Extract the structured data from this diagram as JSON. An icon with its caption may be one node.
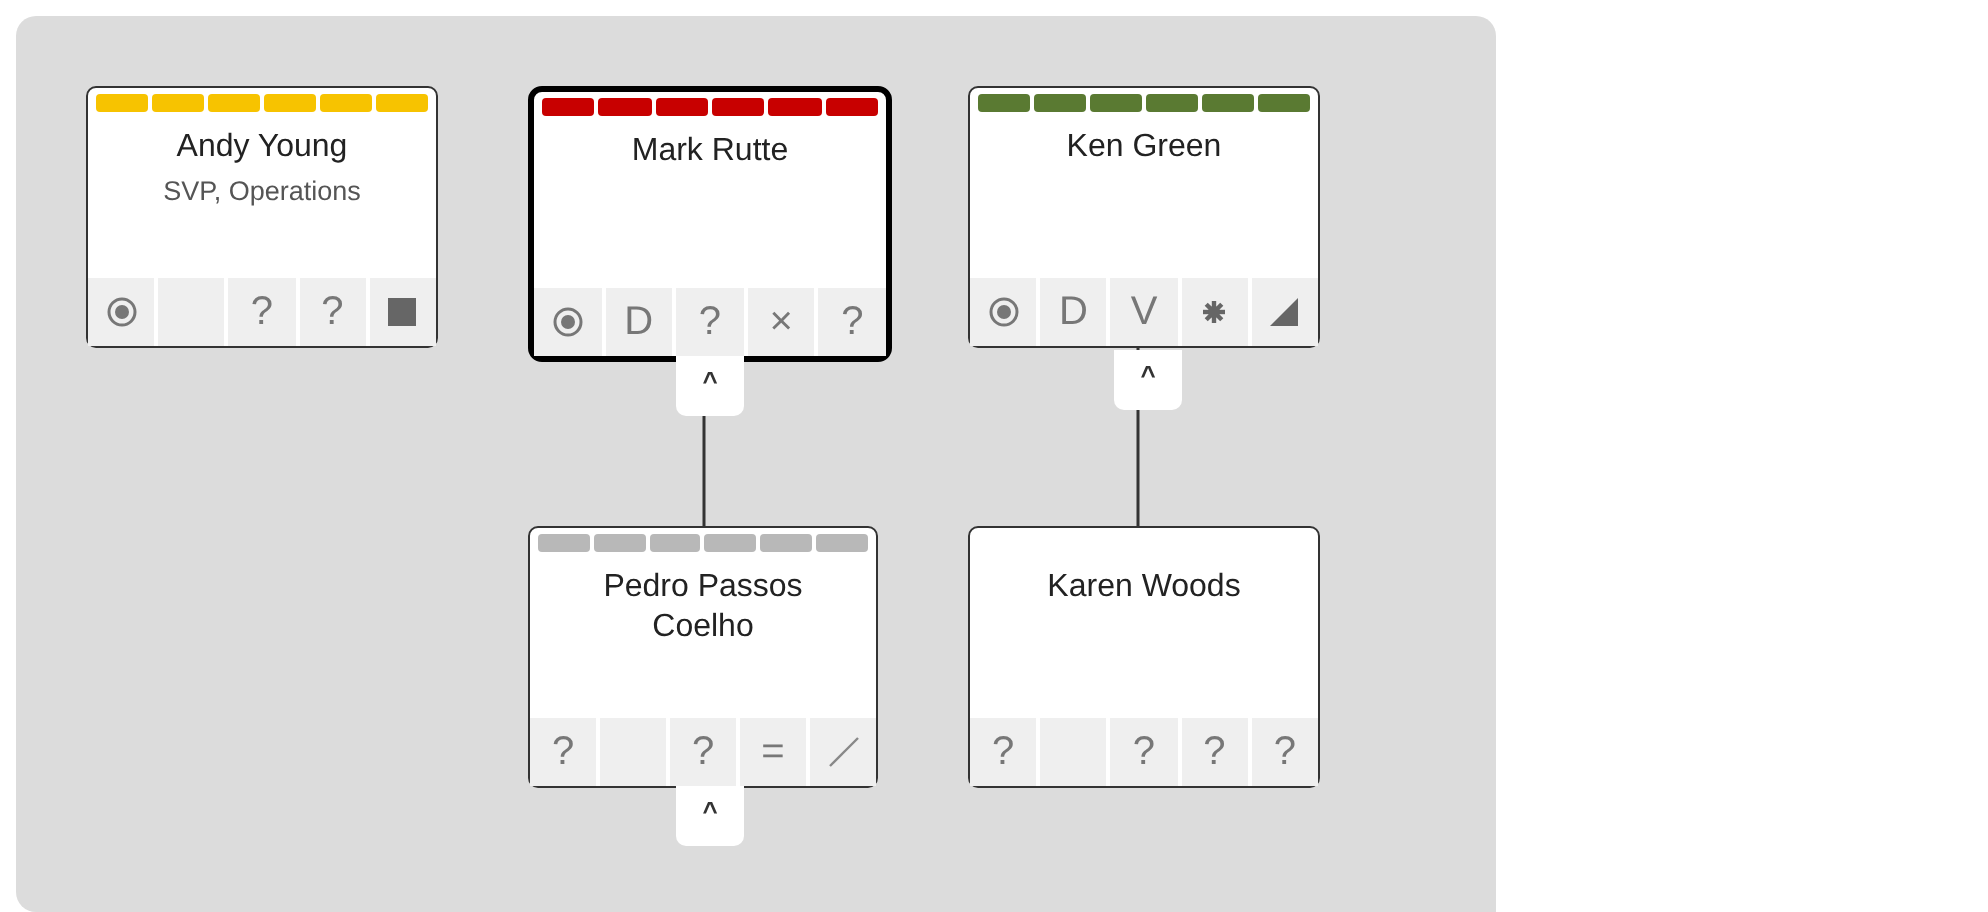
{
  "diagram": {
    "nodes": [
      {
        "text": [
          "Andy Young",
          "SVP, Operations"
        ]
      },
      {
        "text": [
          "Mark Rutte"
        ]
      },
      {
        "text": [
          "Ken Green"
        ]
      },
      {
        "text": [
          "Pedro Passos Coelho"
        ]
      },
      {
        "text": [
          "Karen Woods"
        ]
      },
      {
        "text": [],
        "shape": "picture",
        "in": 0
      },
      {
        "text": [],
        "shape": "box",
        "in": 0
      },
      {
        "text": [
          "?"
        ],
        "in": 0
      },
      {
        "text": [
          "?"
        ],
        "in": 0
      },
      {
        "text": [],
        "shape": "picture",
        "in": 0
      },
      {
        "text": [],
        "shape": "picture",
        "in": 1
      },
      {
        "text": [
          "D"
        ],
        "in": 1
      },
      {
        "text": [
          "?"
        ],
        "in": 1
      },
      {
        "text": [
          "×"
        ],
        "in": 1
      },
      {
        "text": [
          "?"
        ],
        "in": 1
      },
      {
        "text": [],
        "shape": "picture",
        "in": 2
      },
      {
        "text": [
          "D"
        ],
        "in": 2
      },
      {
        "text": [
          "V"
        ],
        "in": 2
      },
      {
        "text": [],
        "shape": "picture",
        "in": 2
      },
      {
        "text": [],
        "shape": "picture",
        "in": 2
      },
      {
        "text": [
          "?"
        ],
        "in": 3
      },
      {
        "text": [],
        "shape": "box",
        "in": 3
      },
      {
        "text": [
          "?"
        ],
        "in": 3
      },
      {
        "text": [
          "="
        ],
        "in": 3
      },
      {
        "text": [],
        "shape": "picture",
        "in": 3
      },
      {
        "text": [
          "?"
        ],
        "in": 4
      },
      {
        "text": [],
        "shape": "box",
        "in": 4
      },
      {
        "text": [
          "?"
        ],
        "in": 4
      },
      {
        "text": [
          "?"
        ],
        "in": 4
      },
      {
        "text": [
          "?"
        ],
        "in": 4
      }
    ],
    "edges": [
      {
        "from": 1,
        "to": 3,
        "arrow": "none"
      },
      {
        "from": 2,
        "to": 4,
        "arrow": "none"
      }
    ],
    "labels": [
      "^",
      "^",
      "^"
    ]
  }
}
